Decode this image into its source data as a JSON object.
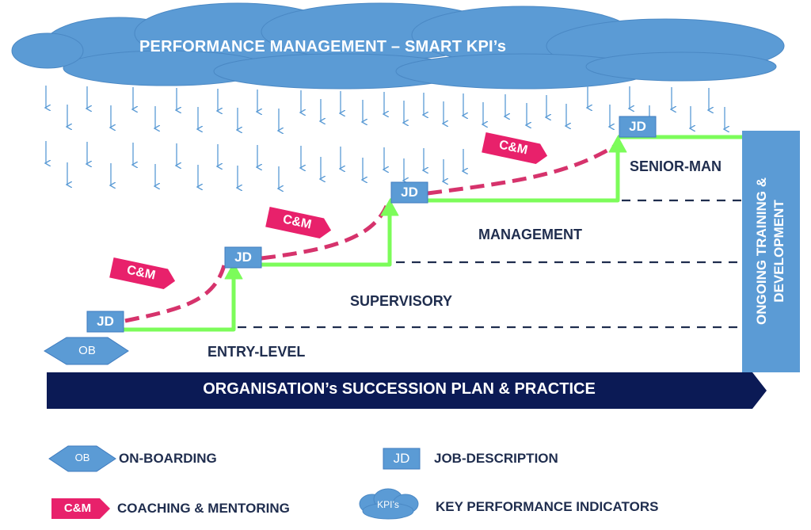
{
  "title": "PERFORMANCE MANAGEMENT – SMART KPI’s",
  "levels": {
    "entry": "ENTRY-LEVEL",
    "supervisory": "SUPERVISORY",
    "management": "MANAGEMENT",
    "senior": "SENIOR-MAN"
  },
  "markers": {
    "jd": "JD",
    "ob": "OB",
    "cm": "C&M"
  },
  "side_panel": {
    "line1": "ONGOING TRAINING &",
    "line2": "DEVELOPMENT"
  },
  "banner": "ORGANISATION’s SUCCESSION PLAN & PRACTICE",
  "legend": {
    "onboarding": {
      "icon": "OB",
      "label": "ON-BOARDING"
    },
    "job_description": {
      "icon": "JD",
      "label": "JOB-DESCRIPTION"
    },
    "coaching": {
      "icon": "C&M",
      "label": "COACHING & MENTORING"
    },
    "kpi": {
      "icon": "KPI’s",
      "label": "KEY PERFORMANCE INDICATORS"
    }
  },
  "colors": {
    "cloud": "#5b9bd5",
    "rain": "#5b9bd5",
    "staircase": "#7cfc5a",
    "coaching_path": "#d6336c",
    "level_divider": "#1f2d4e",
    "banner": "#0b1a55",
    "panel": "#5b9bd5"
  }
}
